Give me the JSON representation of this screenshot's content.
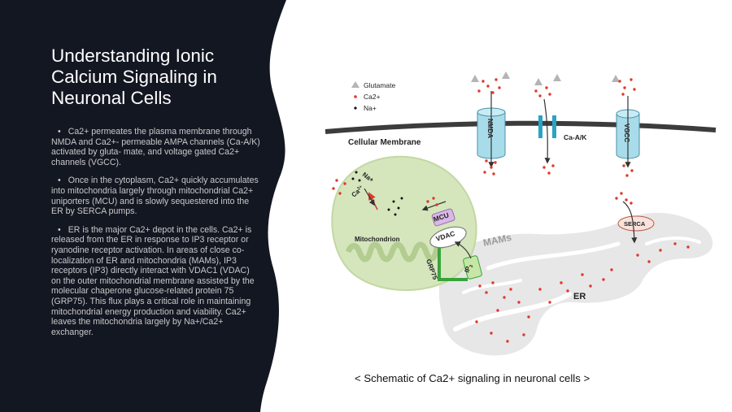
{
  "slide": {
    "title": "Understanding Ionic Calcium Signaling in Neuronal Cells",
    "bullets": [
      "Ca2+ permeates the plasma membrane through NMDA and Ca2+- permeable AMPA channels (Ca-A/K) activated by gluta- mate, and voltage gated Ca2+ channels (VGCC).",
      "Once in the cytoplasm, Ca2+ quickly accumulates into mitochondria largely through mitochondrial Ca2+ uniporters (MCU) and is slowly sequestered into the ER by SERCA pumps.",
      "ER is the major Ca2+ depot in the cells. Ca2+ is released from the ER in response to IP3 receptor or ryanodine receptor activation. In areas of close co-localization of ER and mitochondria (MAMs), IP3 receptors (IP3) directly interact with VDAC1 (VDAC) on the outer mitochondrial membrane assisted by the molecular chaperone glucose-related protein 75 (GRP75). This flux plays a critical role in maintaining mitochondrial energy production and viability. Ca2+ leaves the mitochondria largely by Na+/Ca2+ exchanger."
    ]
  },
  "diagram": {
    "legend": {
      "glutamate": "Glutamate",
      "ca": "Ca2+",
      "na": "Na+"
    },
    "membrane_label": "Cellular Membrane",
    "channels": {
      "nmda": "NMDA",
      "caak": "Ca-A/K",
      "vgcc": "VGCC"
    },
    "mito": {
      "label": "Mitochondrion",
      "exchanger_na": "Na+",
      "exchanger_ca": "Ca",
      "exchanger_ca_sup": "2+"
    },
    "proteins": {
      "mcu": "MCU",
      "vdac": "VDAC",
      "grp75": "GRP75",
      "ip3": "IP",
      "ip3_sub": "3",
      "serca": "SERCA"
    },
    "er": {
      "label": "ER",
      "mams": "MAMs"
    },
    "colors": {
      "dark_panel": "#131722",
      "membrane": "#3c3c3c",
      "channel": "#a8dcea",
      "mito": "#d5e6bd",
      "er": "#e7e7e7",
      "calcium": "#e0392b",
      "glutamate": "#b4b4b4",
      "grp75": "#39a33a",
      "mcu": "#d9b8e6",
      "serca": "#f7e3dc"
    }
  },
  "caption": "< Schematic of Ca2+ signaling in neuronal cells >"
}
